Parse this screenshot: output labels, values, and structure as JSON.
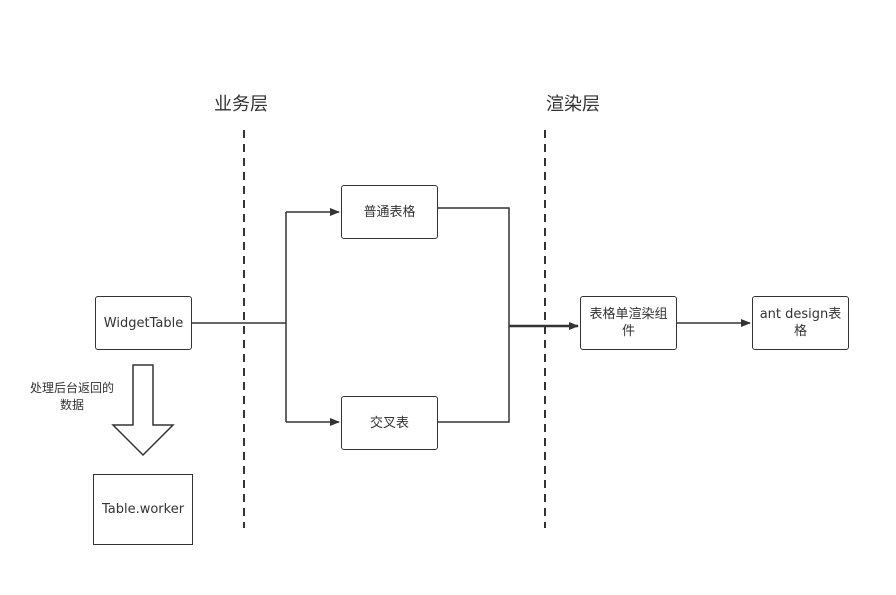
{
  "layers": {
    "business": "业务层",
    "render": "渲染层"
  },
  "nodes": {
    "widget_table": "WidgetTable",
    "normal_table": "普通表格",
    "cross_table": "交叉表",
    "table_render_component": "表格单渲染组件",
    "ant_design_table": "ant design表格",
    "table_worker": "Table.worker"
  },
  "annotation": {
    "process_note": "处理后台返回的数据"
  },
  "colors": {
    "stroke": "#333333",
    "background": "#ffffff",
    "text": "#333333"
  }
}
